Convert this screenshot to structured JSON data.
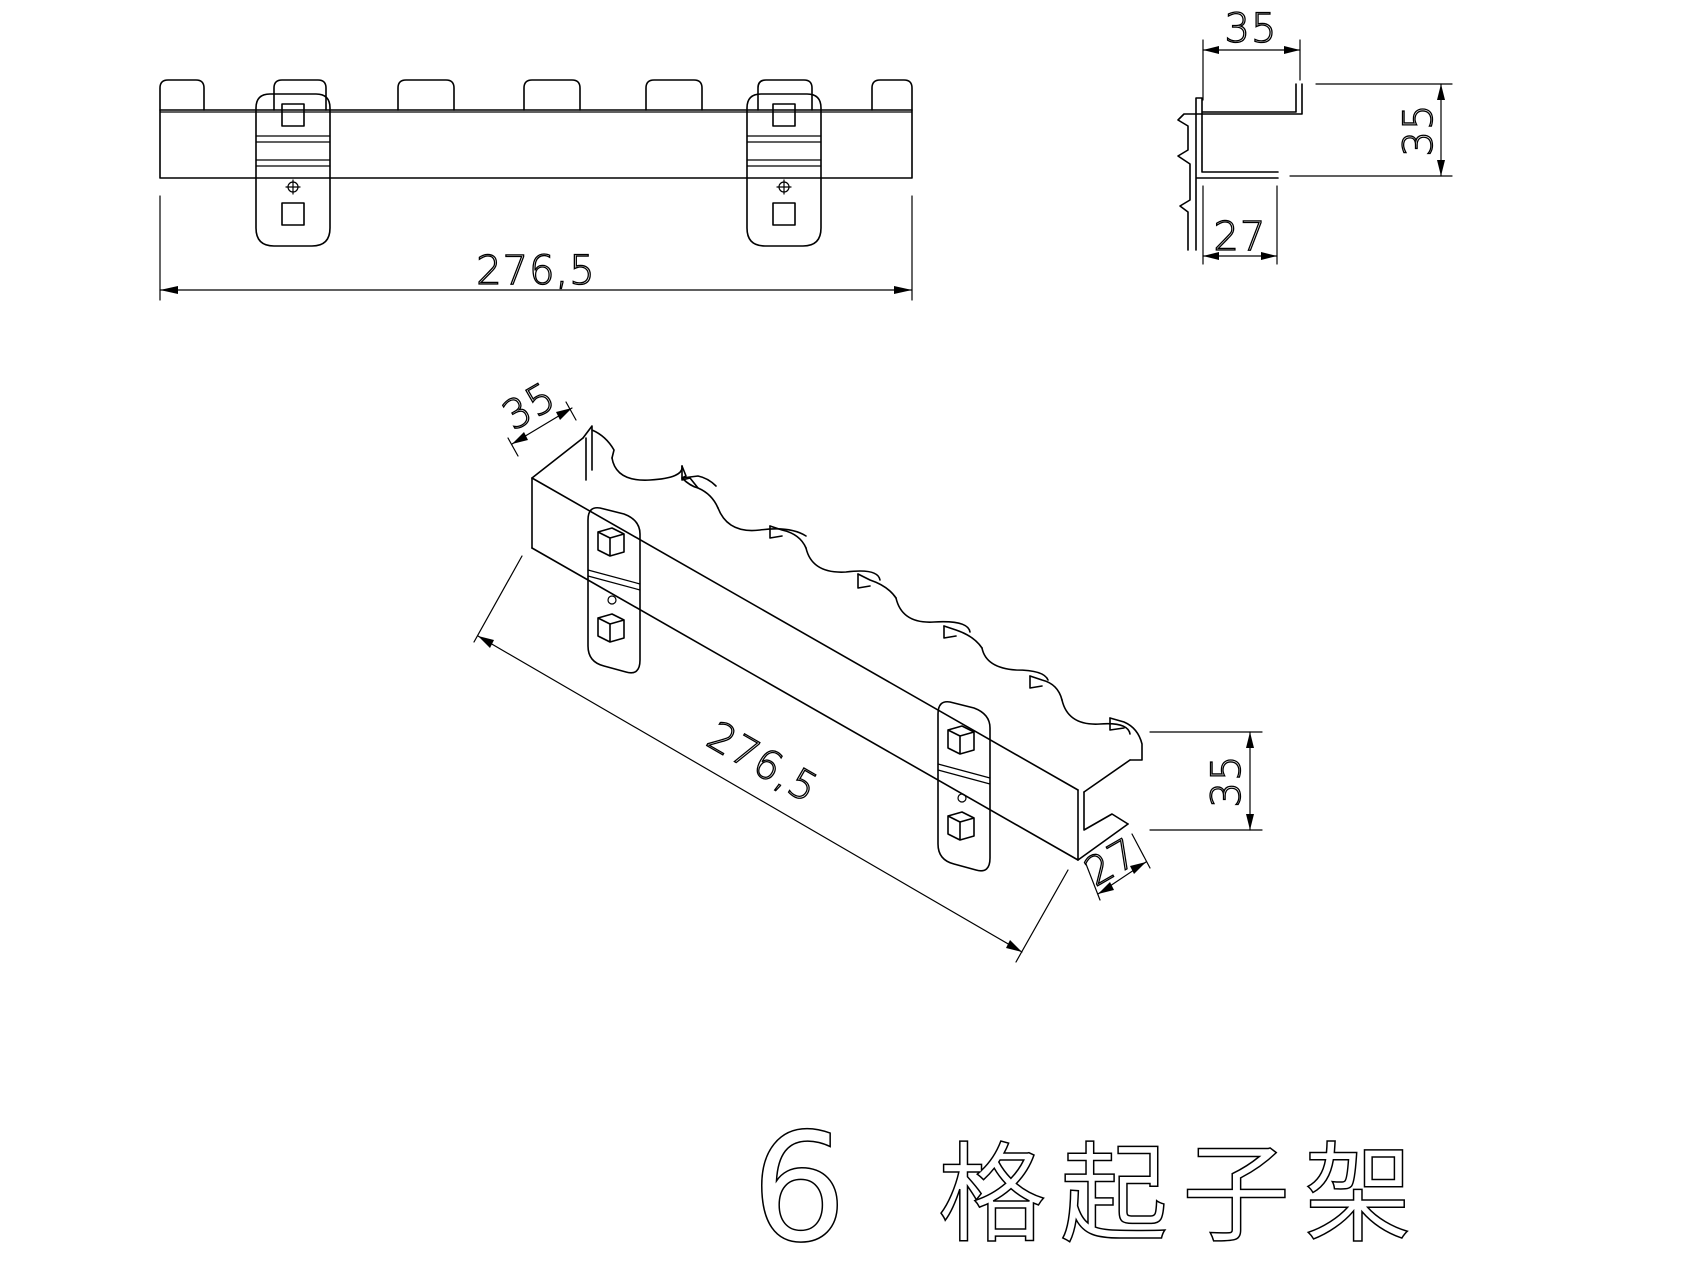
{
  "title": {
    "number": "6",
    "text": "格起子架"
  },
  "front_view": {
    "length_label": "276,5"
  },
  "side_view": {
    "width_label": "35",
    "height_label": "35",
    "depth_label": "27"
  },
  "iso_view": {
    "width_label": "35",
    "length_label": "276,5",
    "height_label": "35",
    "depth_label": "27"
  }
}
